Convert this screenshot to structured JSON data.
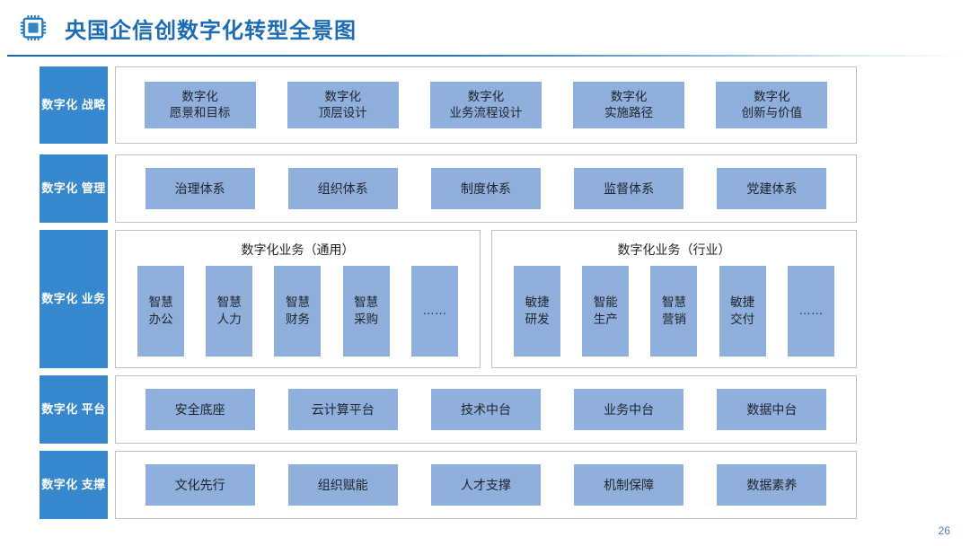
{
  "header": {
    "icon": "cpu-chip-icon",
    "title": "央国企信创数字化转型全景图",
    "accent_color": "#1b6cb5"
  },
  "theme": {
    "tab_blue": "#3787cd",
    "card_blue": "#8fafdd",
    "panel_border": "#bfbfbf",
    "title_blue": "#1b6cb5",
    "page_number_blue": "#4a7fba"
  },
  "rows": [
    {
      "tab": "数字化\n战略",
      "cards": [
        "数字化\n愿景和目标",
        "数字化\n顶层设计",
        "数字化\n业务流程设计",
        "数字化\n实施路径",
        "数字化\n创新与价值"
      ]
    },
    {
      "tab": "数字化\n管理",
      "cards": [
        "治理体系",
        "组织体系",
        "制度体系",
        "监督体系",
        "党建体系"
      ]
    },
    {
      "tab": "数字化\n业务",
      "panels": [
        {
          "title": "数字化业务（通用）",
          "cards": [
            "智慧\n办公",
            "智慧\n人力",
            "智慧\n财务",
            "智慧\n采购",
            "……"
          ]
        },
        {
          "title": "数字化业务（行业）",
          "cards": [
            "敏捷\n研发",
            "智能\n生产",
            "智慧\n营销",
            "敏捷\n交付",
            "……"
          ]
        }
      ]
    },
    {
      "tab": "数字化\n平台",
      "cards": [
        "安全底座",
        "云计算平台",
        "技术中台",
        "业务中台",
        "数据中台"
      ]
    },
    {
      "tab": "数字化\n支撑",
      "cards": [
        "文化先行",
        "组织赋能",
        "人才支撑",
        "机制保障",
        "数据素养"
      ]
    }
  ],
  "footer": {
    "page_number": "26"
  }
}
